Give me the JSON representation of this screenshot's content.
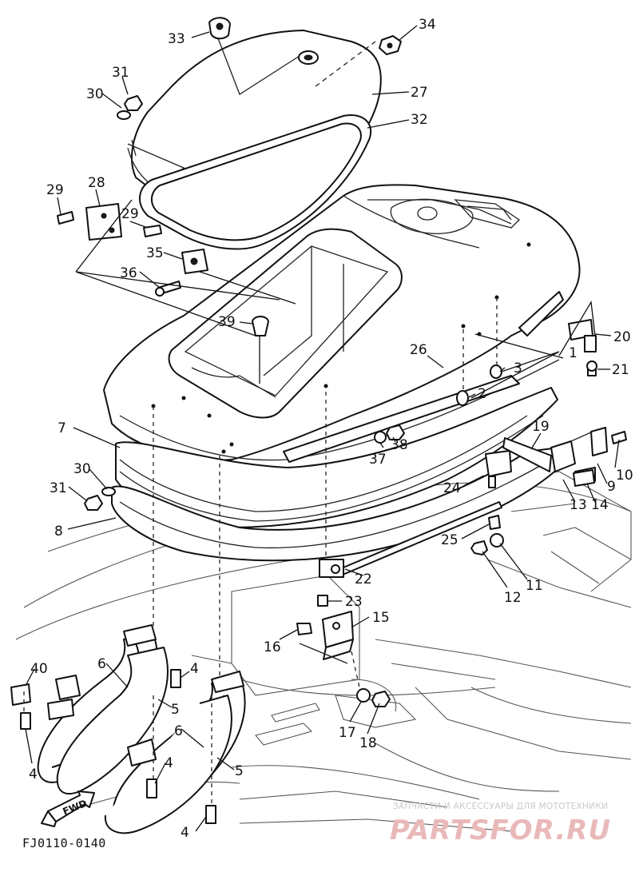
{
  "diagram_code": "FJ0110-0140",
  "fwd_label": "FWD",
  "watermark": {
    "tagline": "ЗАПЧАСТИ И АКСЕССУАРЫ ДЛЯ МОТОТЕХНИКИ",
    "brand": "PARTSFOR.RU"
  },
  "parts": {
    "p1": "1",
    "p2": "2",
    "p3": "3",
    "p4a": "4",
    "p4b": "4",
    "p4c": "4",
    "p4d": "4",
    "p5a": "5",
    "p5b": "5",
    "p6a": "6",
    "p6b": "6",
    "p7": "7",
    "p8": "8",
    "p9": "9",
    "p10": "10",
    "p11": "11",
    "p12": "12",
    "p13": "13",
    "p14": "14",
    "p15": "15",
    "p16": "16",
    "p17": "17",
    "p18": "18",
    "p19": "19",
    "p20": "20",
    "p21": "21",
    "p22": "22",
    "p23": "23",
    "p24": "24",
    "p25": "25",
    "p26": "26",
    "p27": "27",
    "p28": "28",
    "p29a": "29",
    "p29b": "29",
    "p30a": "30",
    "p30b": "30",
    "p31a": "31",
    "p31b": "31",
    "p32": "32",
    "p33": "33",
    "p34": "34",
    "p35": "35",
    "p36": "36",
    "p37": "37",
    "p38": "38",
    "p39": "39",
    "p40": "40"
  }
}
